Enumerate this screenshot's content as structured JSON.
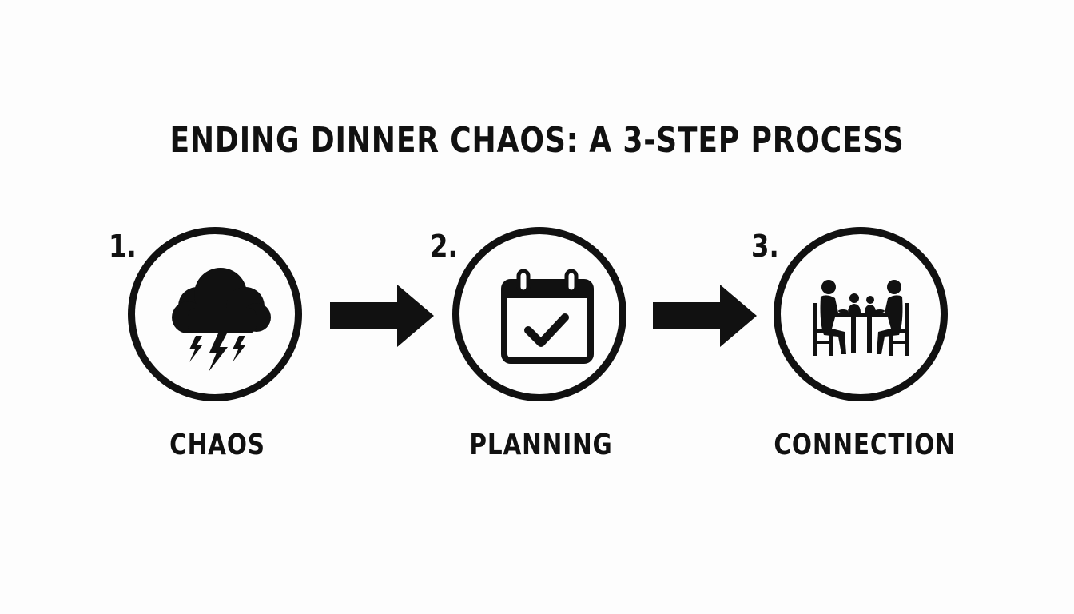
{
  "title": "ENDING DINNER CHAOS: A 3-STEP PROCESS",
  "steps": [
    {
      "number": "1.",
      "label": "CHAOS",
      "icon": "storm-cloud-icon"
    },
    {
      "number": "2.",
      "label": "PLANNING",
      "icon": "calendar-check-icon"
    },
    {
      "number": "3.",
      "label": "CONNECTION",
      "icon": "family-dinner-icon"
    }
  ],
  "colors": {
    "ink": "#111111",
    "background": "#fdfdfd"
  }
}
